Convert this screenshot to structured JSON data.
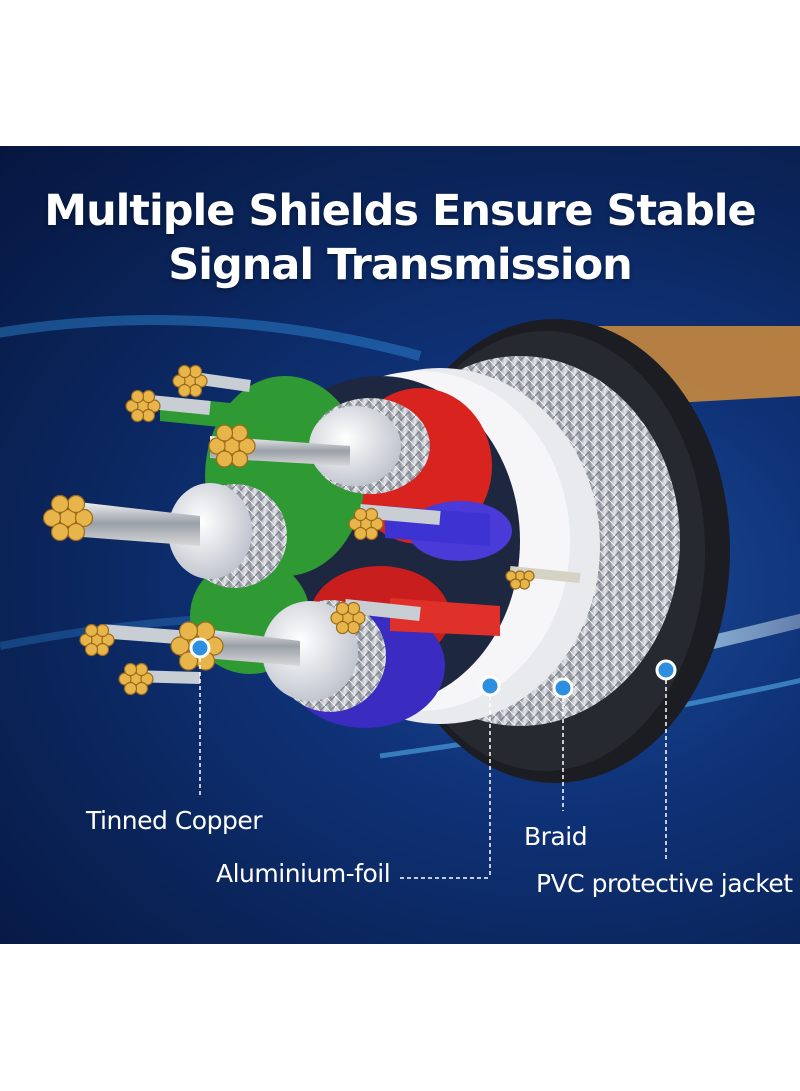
{
  "title": {
    "line1": "Multiple Shields Ensure Stable",
    "line2": "Signal Transmission"
  },
  "callouts": {
    "tinned_copper": "Tinned Copper",
    "aluminium_foil": "Aluminium-foil",
    "braid": "Braid",
    "pvc_jacket": "PVC protective jacket"
  },
  "colors": {
    "background": "#0a2357",
    "jacket": "#1b1d22",
    "braid": "#c9ccd3",
    "copper": "#e8b54a",
    "marker": "#2e8fe0"
  }
}
